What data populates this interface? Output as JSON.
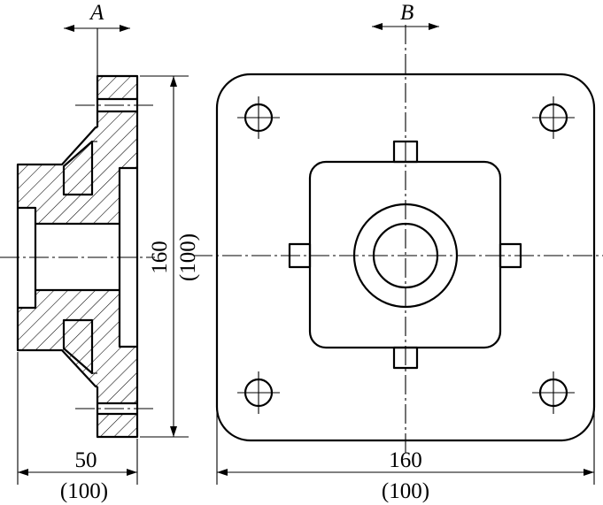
{
  "labels": {
    "section_a": "A",
    "section_b": "B"
  },
  "dimensions": {
    "height_value": "160",
    "height_alt": "(100)",
    "depth_value": "50",
    "depth_alt": "(100)",
    "width_value": "160",
    "width_alt": "(100)"
  }
}
